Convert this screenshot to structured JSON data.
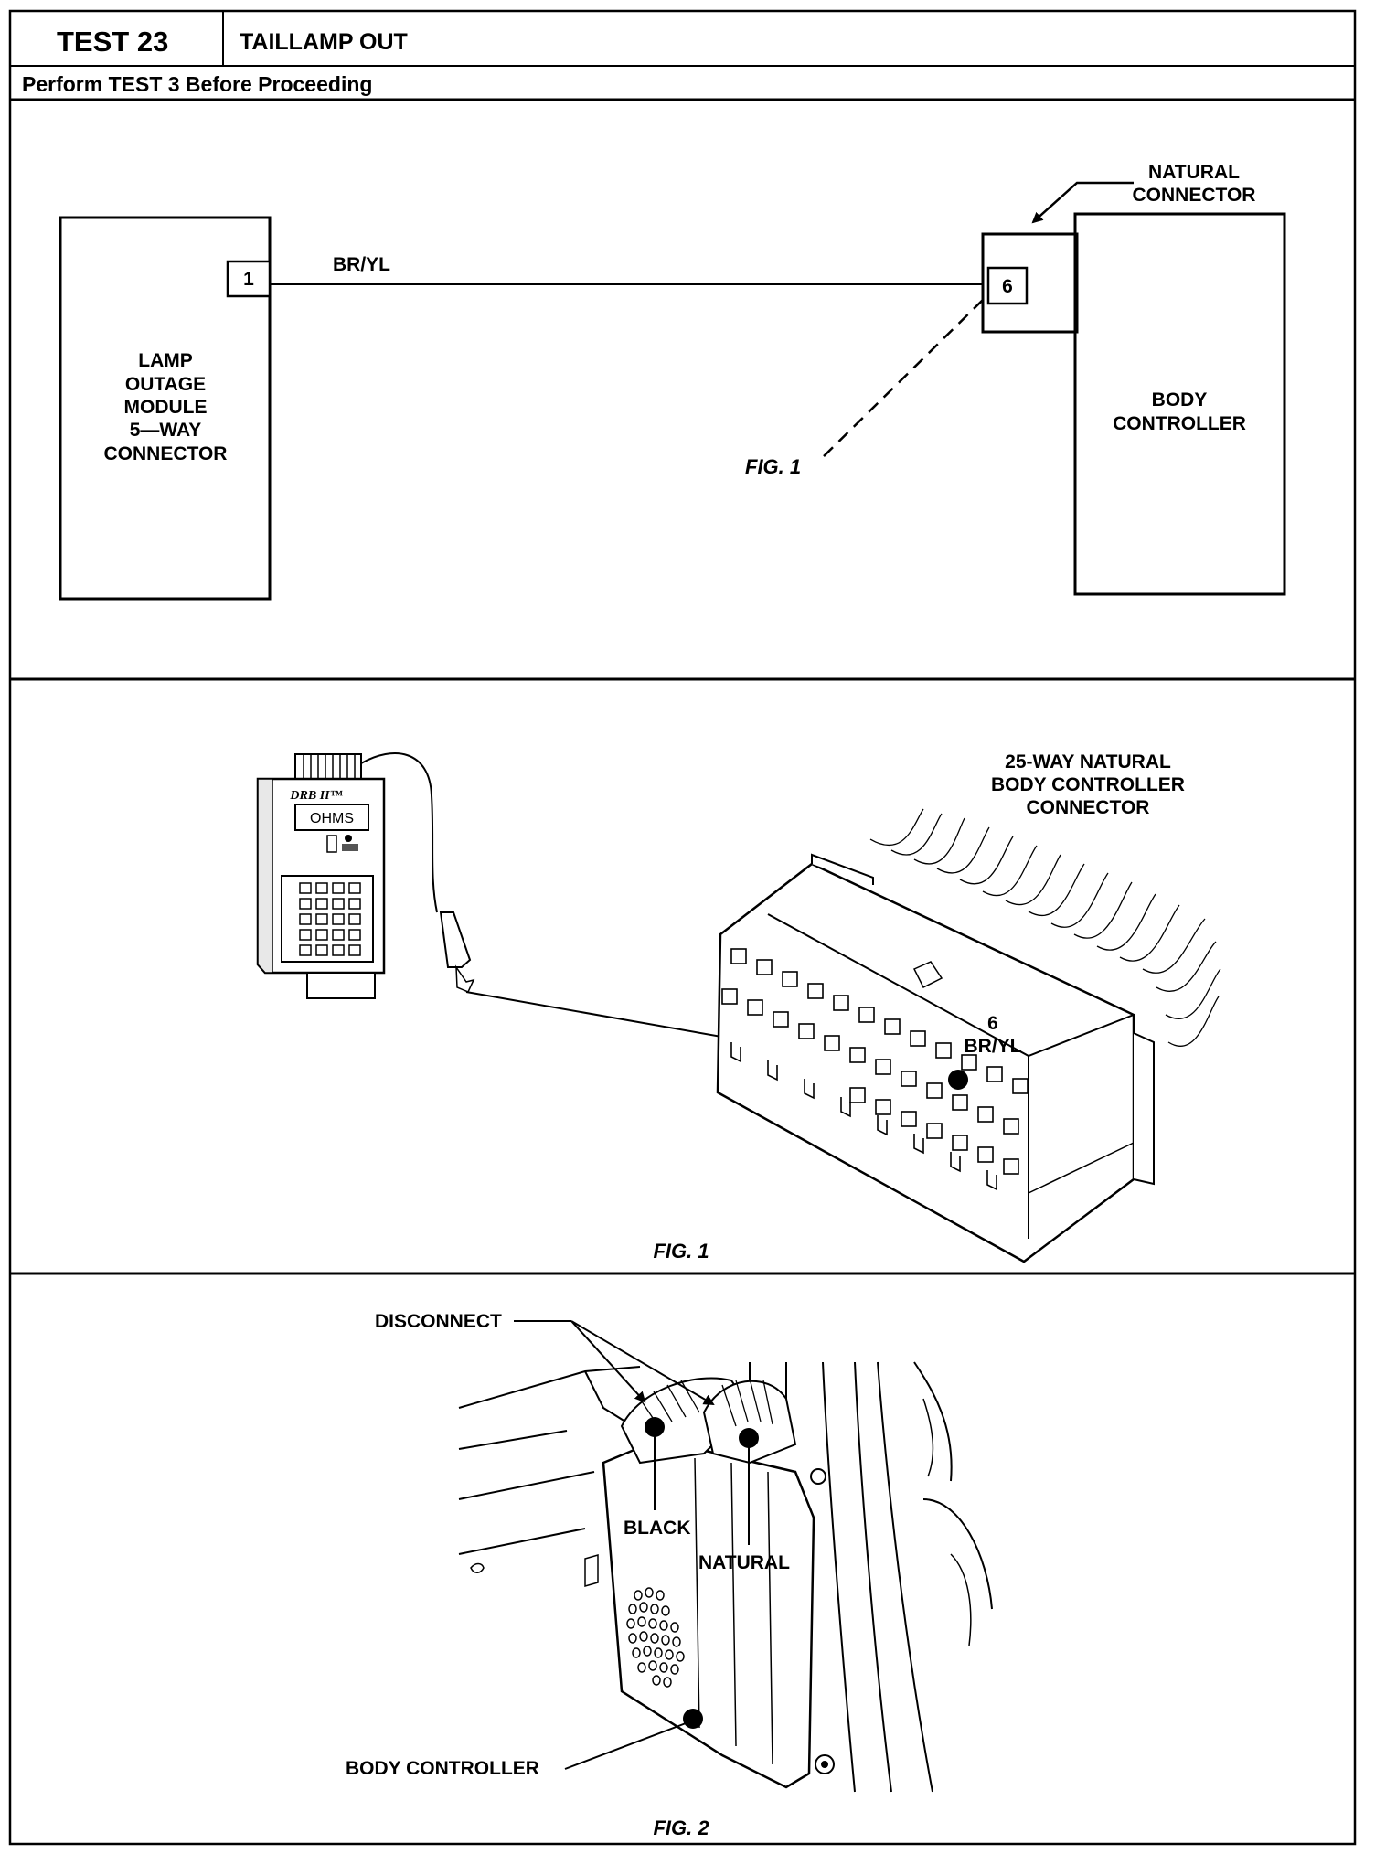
{
  "header": {
    "test_number": "TEST 23",
    "test_title": "TAILLAMP OUT",
    "prerequisite": "Perform TEST 3 Before Proceeding"
  },
  "schematic": {
    "left_box_label": [
      "LAMP",
      "OUTAGE",
      "MODULE",
      "5—WAY",
      "CONNECTOR"
    ],
    "left_pin": "1",
    "wire_label": "BR/YL",
    "natural_connector_label": [
      "NATURAL",
      "CONNECTOR"
    ],
    "right_pin": "6",
    "right_box_label": [
      "BODY",
      "CONTROLLER"
    ],
    "fig_ref": "FIG. 1"
  },
  "figure1": {
    "tester_brand": "DRB II™",
    "tester_display": "OHMS",
    "connector_title": [
      "25-WAY NATURAL",
      "BODY CONTROLLER",
      "CONNECTOR"
    ],
    "pin_label": [
      "6",
      "BR/YL"
    ],
    "caption": "FIG. 1"
  },
  "figure2": {
    "disconnect_label": "DISCONNECT",
    "black_label": "BLACK",
    "natural_label": "NATURAL",
    "body_controller_label": "BODY CONTROLLER",
    "caption": "FIG. 2"
  }
}
